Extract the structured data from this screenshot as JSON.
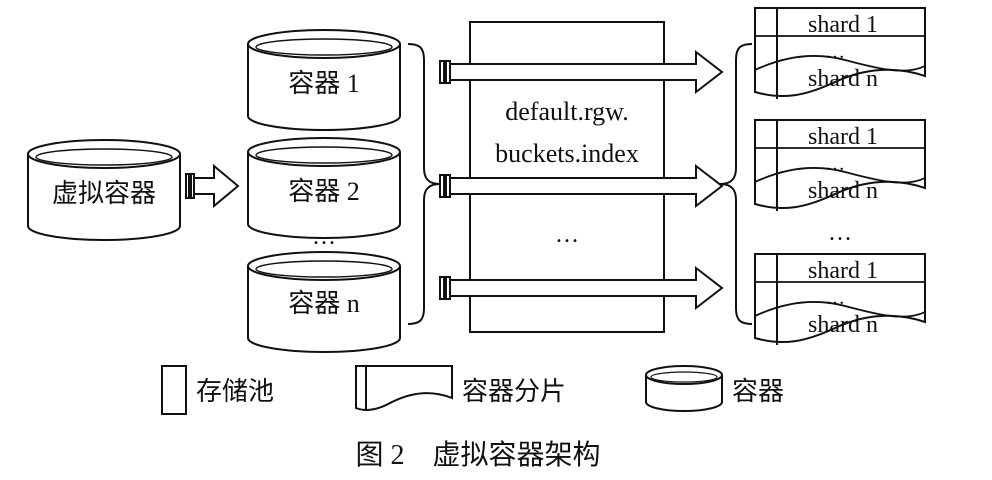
{
  "virtual_container": {
    "label": "虚拟容器"
  },
  "containers": [
    {
      "label": "容器 1"
    },
    {
      "label": "容器 2"
    },
    {
      "label": "容器 n"
    }
  ],
  "container_ellipsis": "…",
  "pool": {
    "name_line1": "default.rgw.",
    "name_line2": "buckets.index",
    "ellipsis": "…"
  },
  "shard_groups": [
    {
      "first": "shard 1",
      "dots": "…",
      "last": "shard n"
    },
    {
      "first": "shard 1",
      "dots": "…",
      "last": "shard n"
    },
    {
      "first": "shard 1",
      "dots": "…",
      "last": "shard n"
    }
  ],
  "shard_groups_ellipsis": "…",
  "legend": {
    "pool": "存储池",
    "shard": "容器分片",
    "container": "容器"
  },
  "caption": "图 2　虚拟容器架构"
}
